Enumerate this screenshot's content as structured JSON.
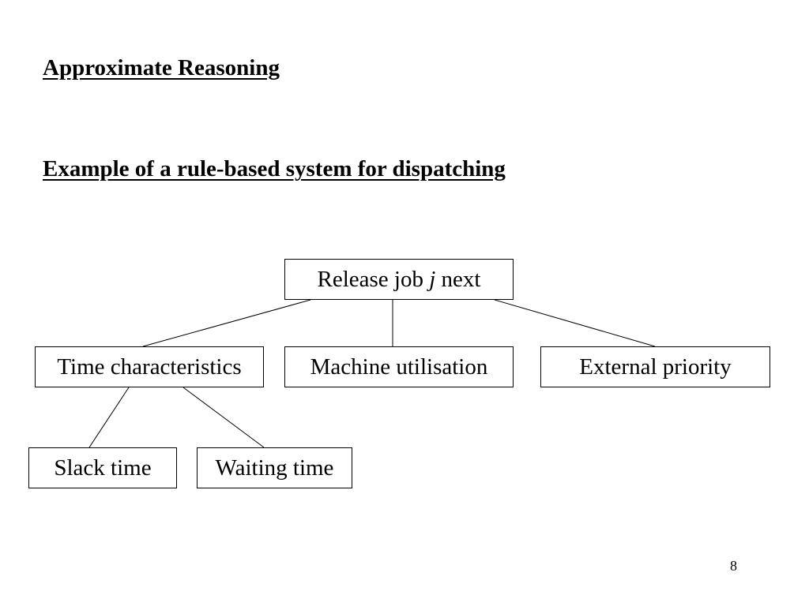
{
  "slide": {
    "title": "Approximate Reasoning",
    "subtitle": "Example of a rule-based system for dispatching",
    "page_number": "8"
  },
  "diagram": {
    "root": {
      "prefix": "Release job ",
      "variable": "j",
      "suffix": " next"
    },
    "children": [
      {
        "label": "Time characteristics",
        "children": [
          {
            "label": "Slack time"
          },
          {
            "label": "Waiting time"
          }
        ]
      },
      {
        "label": "Machine utilisation"
      },
      {
        "label": "External priority"
      }
    ]
  }
}
